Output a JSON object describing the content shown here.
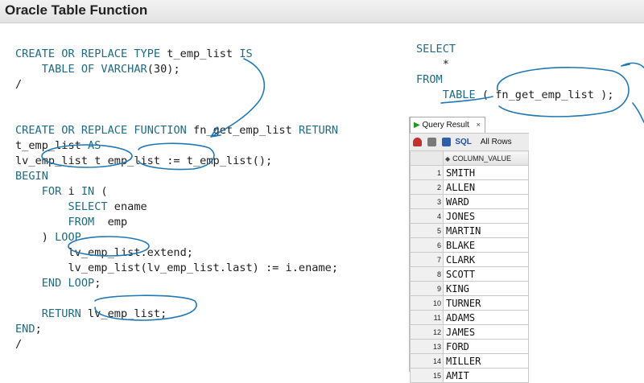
{
  "window": {
    "title": "Oracle Table Function"
  },
  "code_left": [
    [
      "CREATE OR REPLACE TYPE t_emp_list IS"
    ],
    [
      "    TABLE OF VARCHAR(30);"
    ],
    [
      "/"
    ],
    [
      ""
    ],
    [
      ""
    ],
    [
      "CREATE OR REPLACE FUNCTION fn_get_emp_list RETURN"
    ],
    [
      "t_emp_list AS"
    ],
    [
      "lv_emp_list t_emp_list := t_emp_list();"
    ],
    [
      "BEGIN"
    ],
    [
      "    FOR i IN ("
    ],
    [
      "        SELECT ename"
    ],
    [
      "        FROM  emp"
    ],
    [
      "    ) LOOP"
    ],
    [
      "        lv_emp_list.extend;"
    ],
    [
      "        lv_emp_list(lv_emp_list.last) := i.ename;"
    ],
    [
      "    END LOOP;"
    ],
    [
      ""
    ],
    [
      "    RETURN lv_emp_list;"
    ],
    [
      "END;"
    ],
    [
      "/"
    ]
  ],
  "code_right": [
    "SELECT",
    "    *",
    "FROM",
    "    TABLE ( fn_get_emp_list );"
  ],
  "query_result": {
    "tab_label": "Query Result",
    "tab_close": "×",
    "toolbar": {
      "sql_label": "SQL",
      "all_rows_label": "All Rows"
    },
    "column_header": "COLUMN_VALUE",
    "rows": [
      {
        "n": "1",
        "v": "SMITH"
      },
      {
        "n": "2",
        "v": "ALLEN"
      },
      {
        "n": "3",
        "v": "WARD"
      },
      {
        "n": "4",
        "v": "JONES"
      },
      {
        "n": "5",
        "v": "MARTIN"
      },
      {
        "n": "6",
        "v": "BLAKE"
      },
      {
        "n": "7",
        "v": "CLARK"
      },
      {
        "n": "8",
        "v": "SCOTT"
      },
      {
        "n": "9",
        "v": "KING"
      },
      {
        "n": "10",
        "v": "TURNER"
      },
      {
        "n": "11",
        "v": "ADAMS"
      },
      {
        "n": "12",
        "v": "JAMES"
      },
      {
        "n": "13",
        "v": "FORD"
      },
      {
        "n": "14",
        "v": "MILLER"
      },
      {
        "n": "15",
        "v": "AMIT"
      }
    ]
  },
  "colors": {
    "keyword": "#1f6b83",
    "annotation": "#1f78b4"
  },
  "icons": {
    "tab": "play-icon",
    "toolbar": [
      "pin-icon",
      "print-icon",
      "save-icon"
    ]
  }
}
